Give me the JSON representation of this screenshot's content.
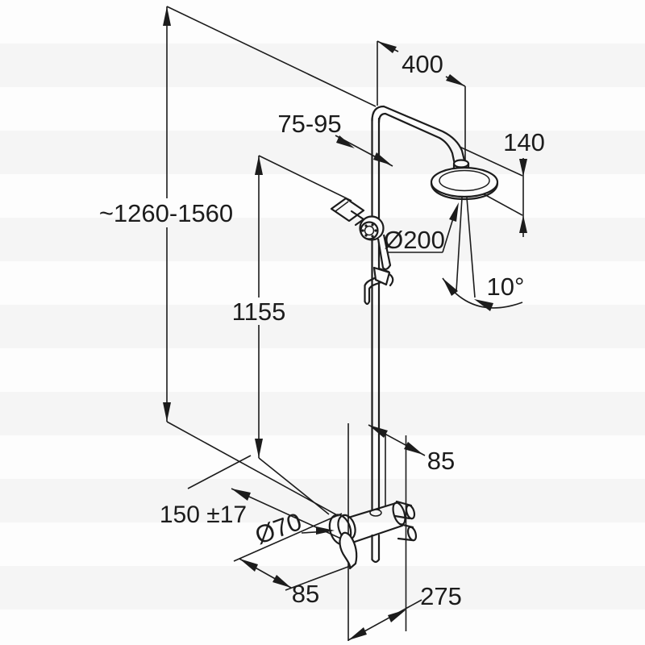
{
  "page": {
    "background_color": "#f9f9f9",
    "line_color": "#1c1c1c"
  },
  "drawing": {
    "type": "technical-dimension-drawing",
    "subject": "shower column system with overhead rain shower, hand shower and wall-mounted mixer",
    "units": "mm",
    "labels": {
      "overall_height": "~1260-1560",
      "rail_height": "1155",
      "arm_reach": "400",
      "head_drop": "140",
      "head_diameter": "Ø200",
      "spray_angle": "10°",
      "holder_range": "75-95",
      "pipe_wall_offset": "85",
      "connection_spacing": "150 ±17",
      "escutcheon_diameter": "Ø70",
      "handle_projection": "85",
      "outlet_width": "275"
    }
  }
}
